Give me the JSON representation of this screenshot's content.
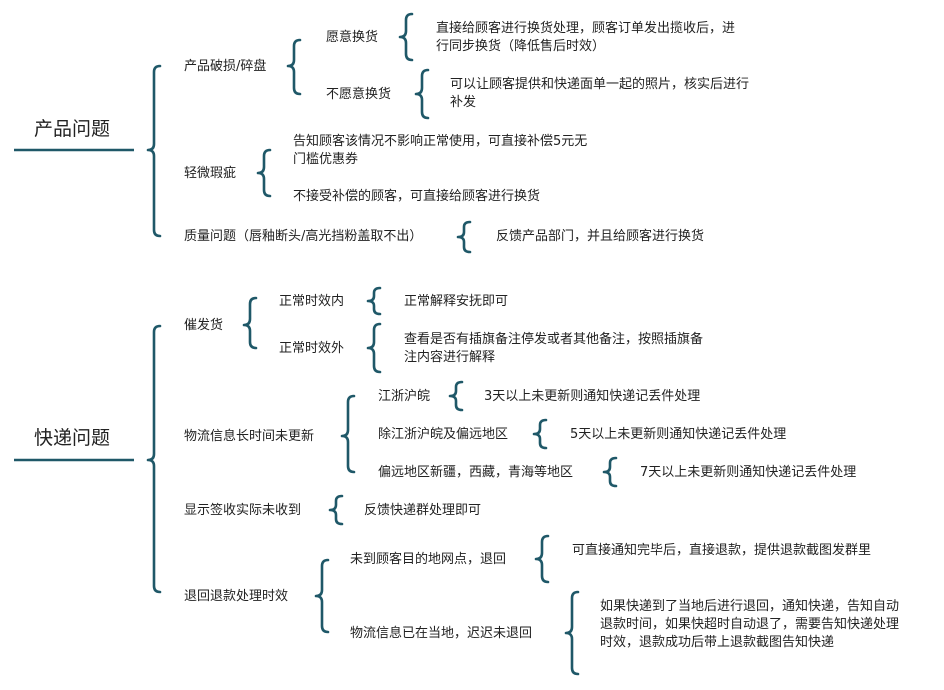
{
  "colors": {
    "bracket": "#1f5868",
    "text": "#222222",
    "background": "#ffffff"
  },
  "sections": {
    "product": {
      "title": "产品问题",
      "damage": {
        "label": "产品破损/碎盘",
        "willing_label": "愿意换货",
        "willing_text": "直接给顾客进行换货处理，顾客订单发出揽收后，进行同步换货（降低售后时效）",
        "unwilling_label": "不愿意换货",
        "unwilling_text": "可以让顾客提供和快递面单一起的照片，核实后进行补发"
      },
      "minor": {
        "label": "轻微瑕疵",
        "text1": "告知顾客该情况不影响正常使用，可直接补偿5元无门槛优惠券",
        "text2": "不接受补偿的顾客，可直接给顾客进行换货"
      },
      "quality": {
        "label": "质量问题（唇釉断头/高光挡粉盖取不出）",
        "text": "反馈产品部门，并且给顾客进行换货"
      }
    },
    "express": {
      "title": "快递问题",
      "urge": {
        "label": "催发货",
        "normal_label": "正常时效内",
        "normal_text": "正常解释安抚即可",
        "over_label": "正常时效外",
        "over_text": "查看是否有插旗备注停发或者其他备注，按照插旗备注内容进行解释"
      },
      "logistics": {
        "label": "物流信息长时间未更新",
        "jzh_label": "江浙沪皖",
        "jzh_text": "3天以上未更新则通知快递记丢件处理",
        "other_label": "除江浙沪皖及偏远地区",
        "other_text": "5天以上未更新则通知快递记丢件处理",
        "remote_label": "偏远地区新疆，西藏，青海等地区",
        "remote_text": "7天以上未更新则通知快递记丢件处理"
      },
      "signed": {
        "label": "显示签收实际未收到",
        "text": "反馈快递群处理即可"
      },
      "return": {
        "label": "退回退款处理时效",
        "not_arrived_label": "未到顾客目的地网点，退回",
        "not_arrived_text": "可直接通知完毕后，直接退款，提供退款截图发群里",
        "arrived_label": "物流信息已在当地，迟迟未退回",
        "arrived_text": "如果快递到了当地后进行退回，通知快递，告知自动退款时间，如果快超时自动退了，需要告知快递处理时效，退款成功后带上退款截图告知快递"
      }
    }
  }
}
